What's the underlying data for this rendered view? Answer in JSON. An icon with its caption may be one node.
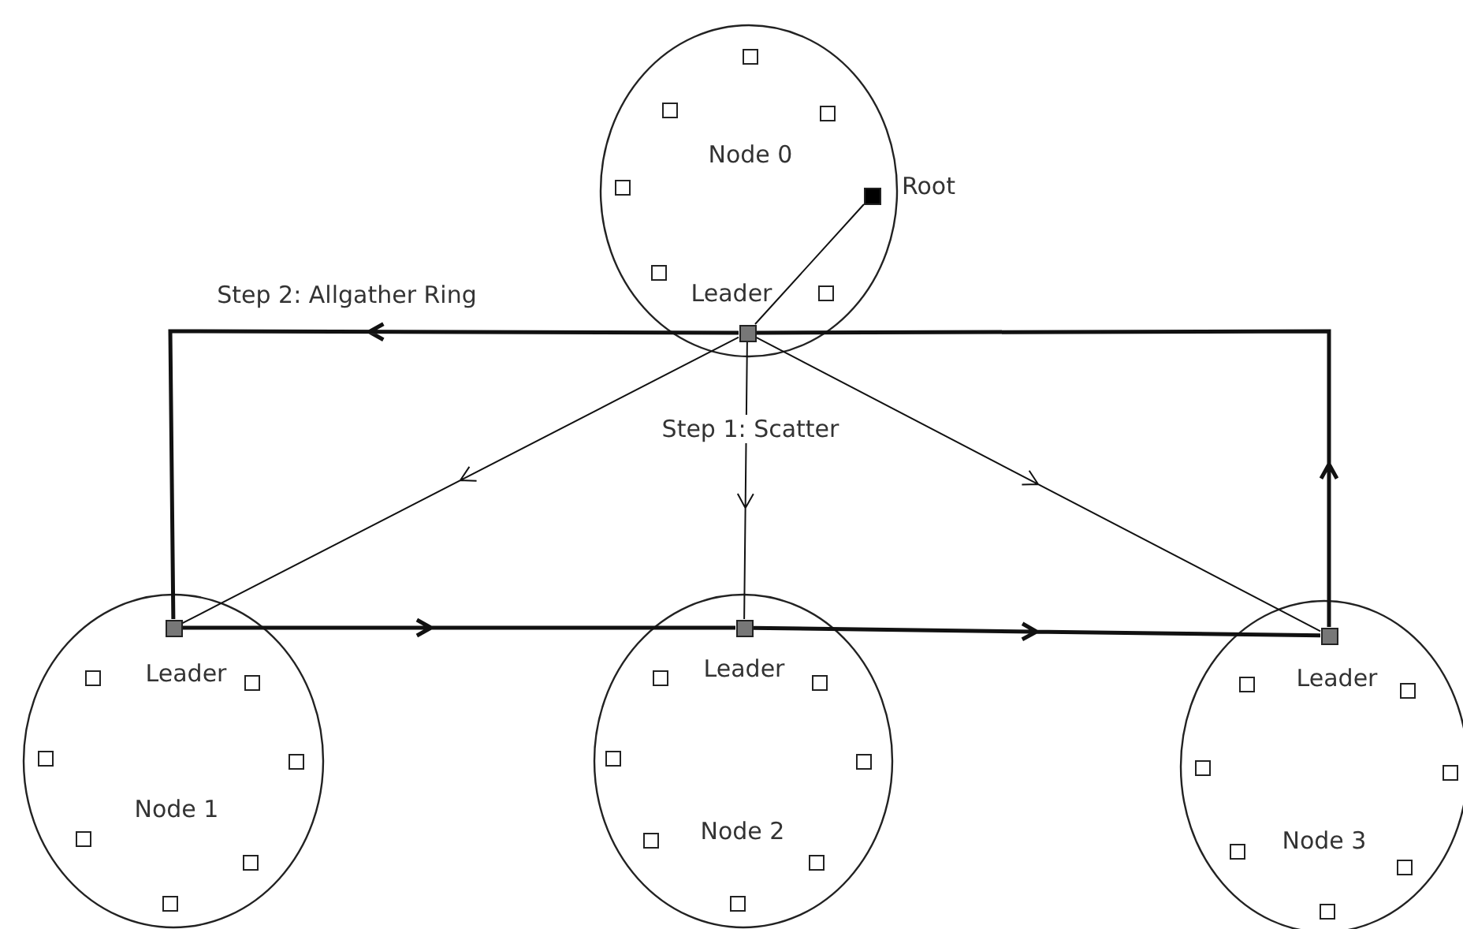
{
  "diagram": {
    "nodes": [
      {
        "text": [
          "Node 0",
          "Leader"
        ]
      },
      {
        "text": [],
        "shape": "box",
        "in": 0
      },
      {
        "text": [],
        "shape": "box",
        "in": 0,
        "beside": [
          "Root"
        ]
      },
      {
        "text": [
          "Leader",
          "Node 1"
        ]
      },
      {
        "text": [],
        "shape": "box",
        "in": 3
      },
      {
        "text": [
          "Leader",
          "Node 2"
        ]
      },
      {
        "text": [],
        "shape": "box",
        "in": 5
      },
      {
        "text": [
          "Leader",
          "Node 3"
        ]
      },
      {
        "text": [],
        "shape": "box",
        "in": 7
      }
    ],
    "edges": [
      {
        "from": 2,
        "to": 1,
        "arrow": "none"
      },
      {
        "from": 1,
        "to": 4,
        "arrow": "to"
      },
      {
        "from": 1,
        "to": 6,
        "arrow": "to",
        "label": "Step 1: Scatter"
      },
      {
        "from": 1,
        "to": 8,
        "arrow": "to"
      },
      {
        "from": 4,
        "to": 6,
        "arrow": "to",
        "style": "thick"
      },
      {
        "from": 6,
        "to": 8,
        "arrow": "to",
        "style": "thick"
      },
      {
        "from": 8,
        "to": 1,
        "arrow": "to",
        "style": "thick"
      },
      {
        "from": 1,
        "to": 4,
        "arrow": "to",
        "style": "thick",
        "label": "Step 2: Allgather Ring"
      }
    ]
  }
}
